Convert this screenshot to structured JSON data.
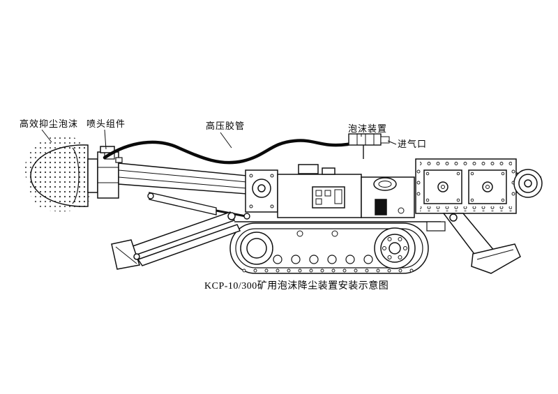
{
  "page": {
    "background": "#ffffff",
    "line_color": "#111111"
  },
  "diagram": {
    "labels": {
      "foam": "高效抑尘泡沫",
      "nozzle": "喷头组件",
      "hose": "高压胶管",
      "foam_device": "泡沫装置",
      "air_inlet": "进气口"
    },
    "caption": "KCP-10/300矿用泡沫降尘装置安装示意图"
  }
}
